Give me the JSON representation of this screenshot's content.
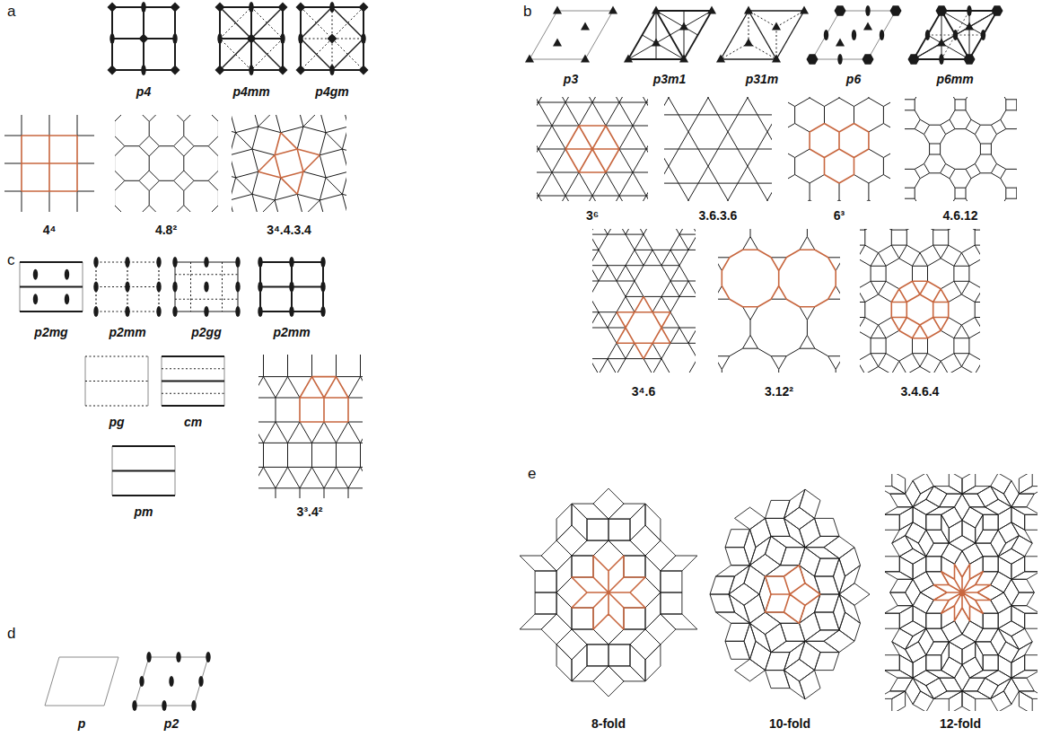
{
  "diagram": {
    "labels": [
      "a",
      "b",
      "c",
      "d",
      "e",
      "p4",
      "p4mm",
      "p4gm",
      "4⁴",
      "4.8²",
      "3⁴.4.3.4",
      "p3",
      "p3m1",
      "p31m",
      "p6",
      "p6mm",
      "3⁶",
      "3.6.3.6",
      "6³",
      "4.6.12",
      "3⁴.6",
      "3.12²",
      "3.4.6.4",
      "p2mg",
      "p2mm",
      "p2gg",
      "p2mm",
      "pg",
      "cm",
      "pm",
      "3³.4²",
      "p",
      "p2",
      "8-fold",
      "10-fold",
      "12-fold"
    ]
  }
}
